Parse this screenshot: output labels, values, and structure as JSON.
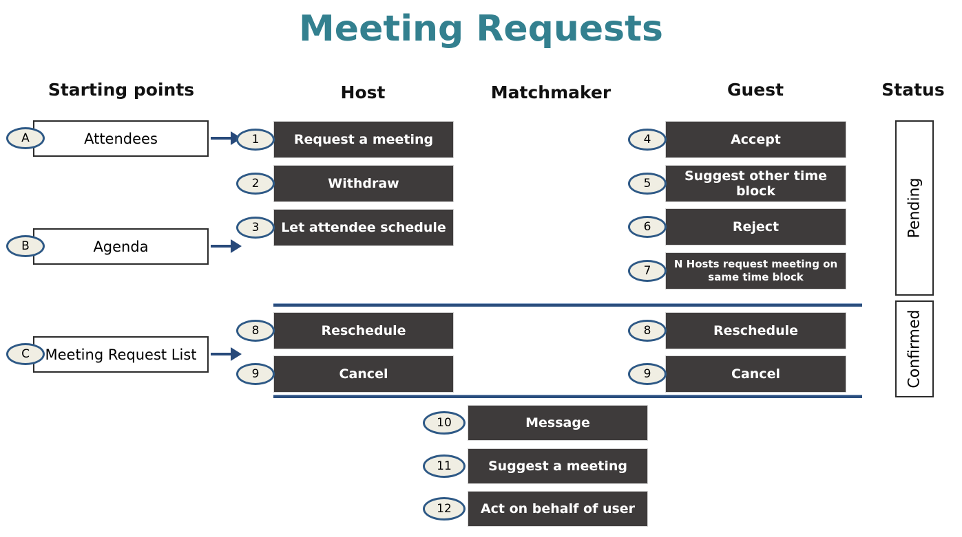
{
  "title": "Meeting Requests",
  "headers": {
    "starting_points": "Starting points",
    "host": "Host",
    "matchmaker": "Matchmaker",
    "guest": "Guest",
    "status": "Status"
  },
  "starting_points": [
    {
      "badge": "A",
      "label": "Attendees"
    },
    {
      "badge": "B",
      "label": "Agenda"
    },
    {
      "badge": "C",
      "label": "Meeting Request List"
    }
  ],
  "host_actions": [
    {
      "num": "1",
      "label": "Request a meeting"
    },
    {
      "num": "2",
      "label": "Withdraw"
    },
    {
      "num": "3",
      "label": "Let attendee schedule"
    },
    {
      "num": "8",
      "label": "Reschedule"
    },
    {
      "num": "9",
      "label": "Cancel"
    }
  ],
  "guest_actions": [
    {
      "num": "4",
      "label": "Accept"
    },
    {
      "num": "5",
      "label": "Suggest other time block"
    },
    {
      "num": "6",
      "label": "Reject"
    },
    {
      "num": "7",
      "label": "N Hosts request meeting on same time block"
    },
    {
      "num": "8",
      "label": "Reschedule"
    },
    {
      "num": "9",
      "label": "Cancel"
    }
  ],
  "matchmaker_actions": [
    {
      "num": "10",
      "label": "Message"
    },
    {
      "num": "11",
      "label": "Suggest a meeting"
    },
    {
      "num": "12",
      "label": "Act on behalf of user"
    }
  ],
  "status_labels": [
    {
      "label": "Pending"
    },
    {
      "label": "Confirmed"
    }
  ],
  "colors": {
    "title": "#33808F",
    "action_box": "#3E3B3B",
    "badge_fill": "#F0EEE3",
    "badge_border": "#2E5986",
    "arrow": "#27497A",
    "divider": "#2A4E7E"
  }
}
